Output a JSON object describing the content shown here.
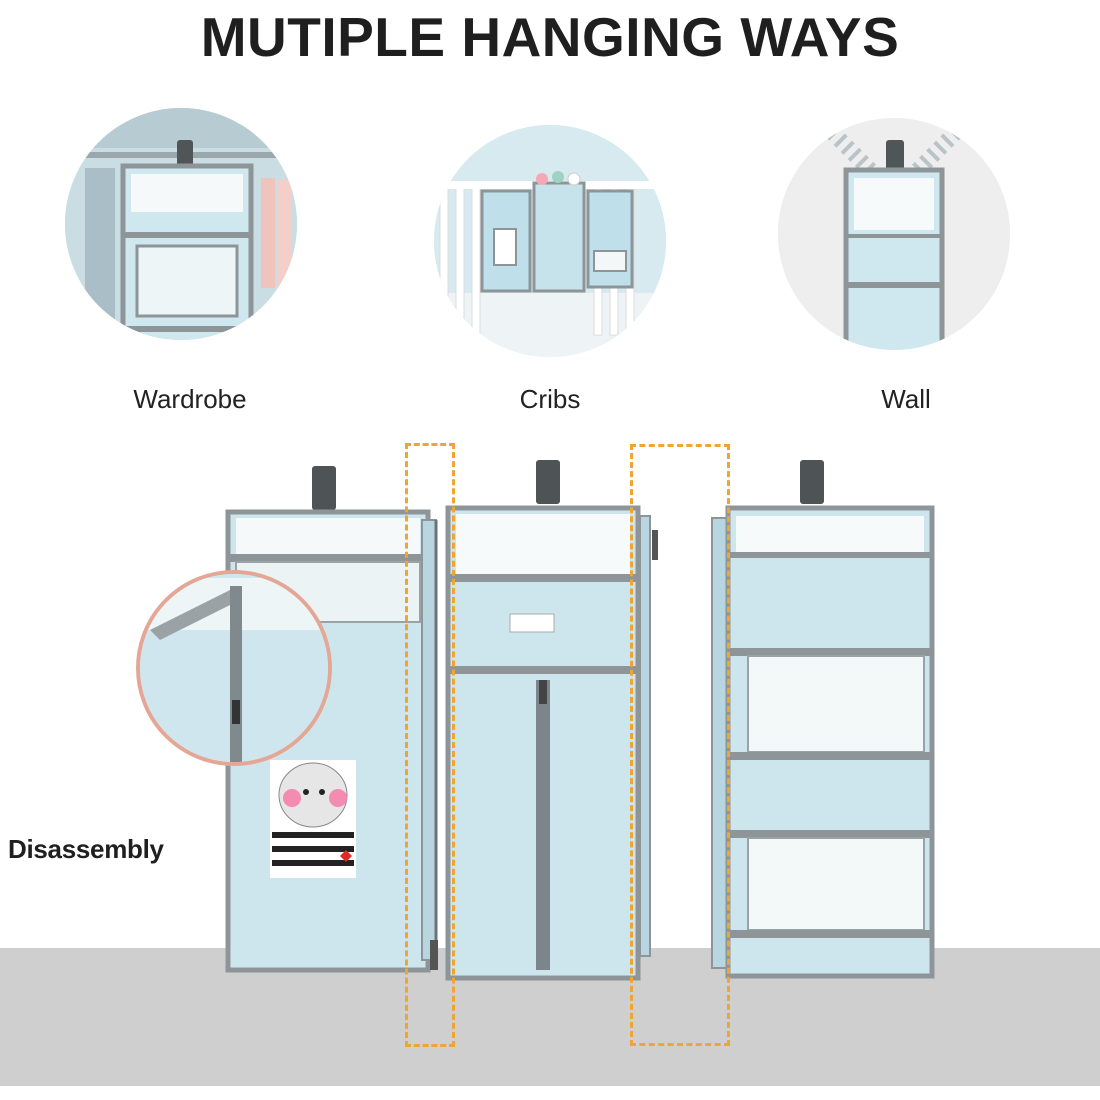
{
  "title": "MUTIPLE HANGING WAYS",
  "options": [
    {
      "label": "Wardrobe",
      "icon": "wardrobe-hanging-photo"
    },
    {
      "label": "Cribs",
      "icon": "crib-hanging-photo"
    },
    {
      "label": "Wall",
      "icon": "wall-hanging-photo"
    }
  ],
  "disassembly_label": "Disassembly",
  "colors": {
    "fabric": "#cfe6ee",
    "trim": "#8e9598",
    "dash": "#f0a431",
    "floor": "#cfcfcf",
    "title": "#1f1f1f"
  }
}
